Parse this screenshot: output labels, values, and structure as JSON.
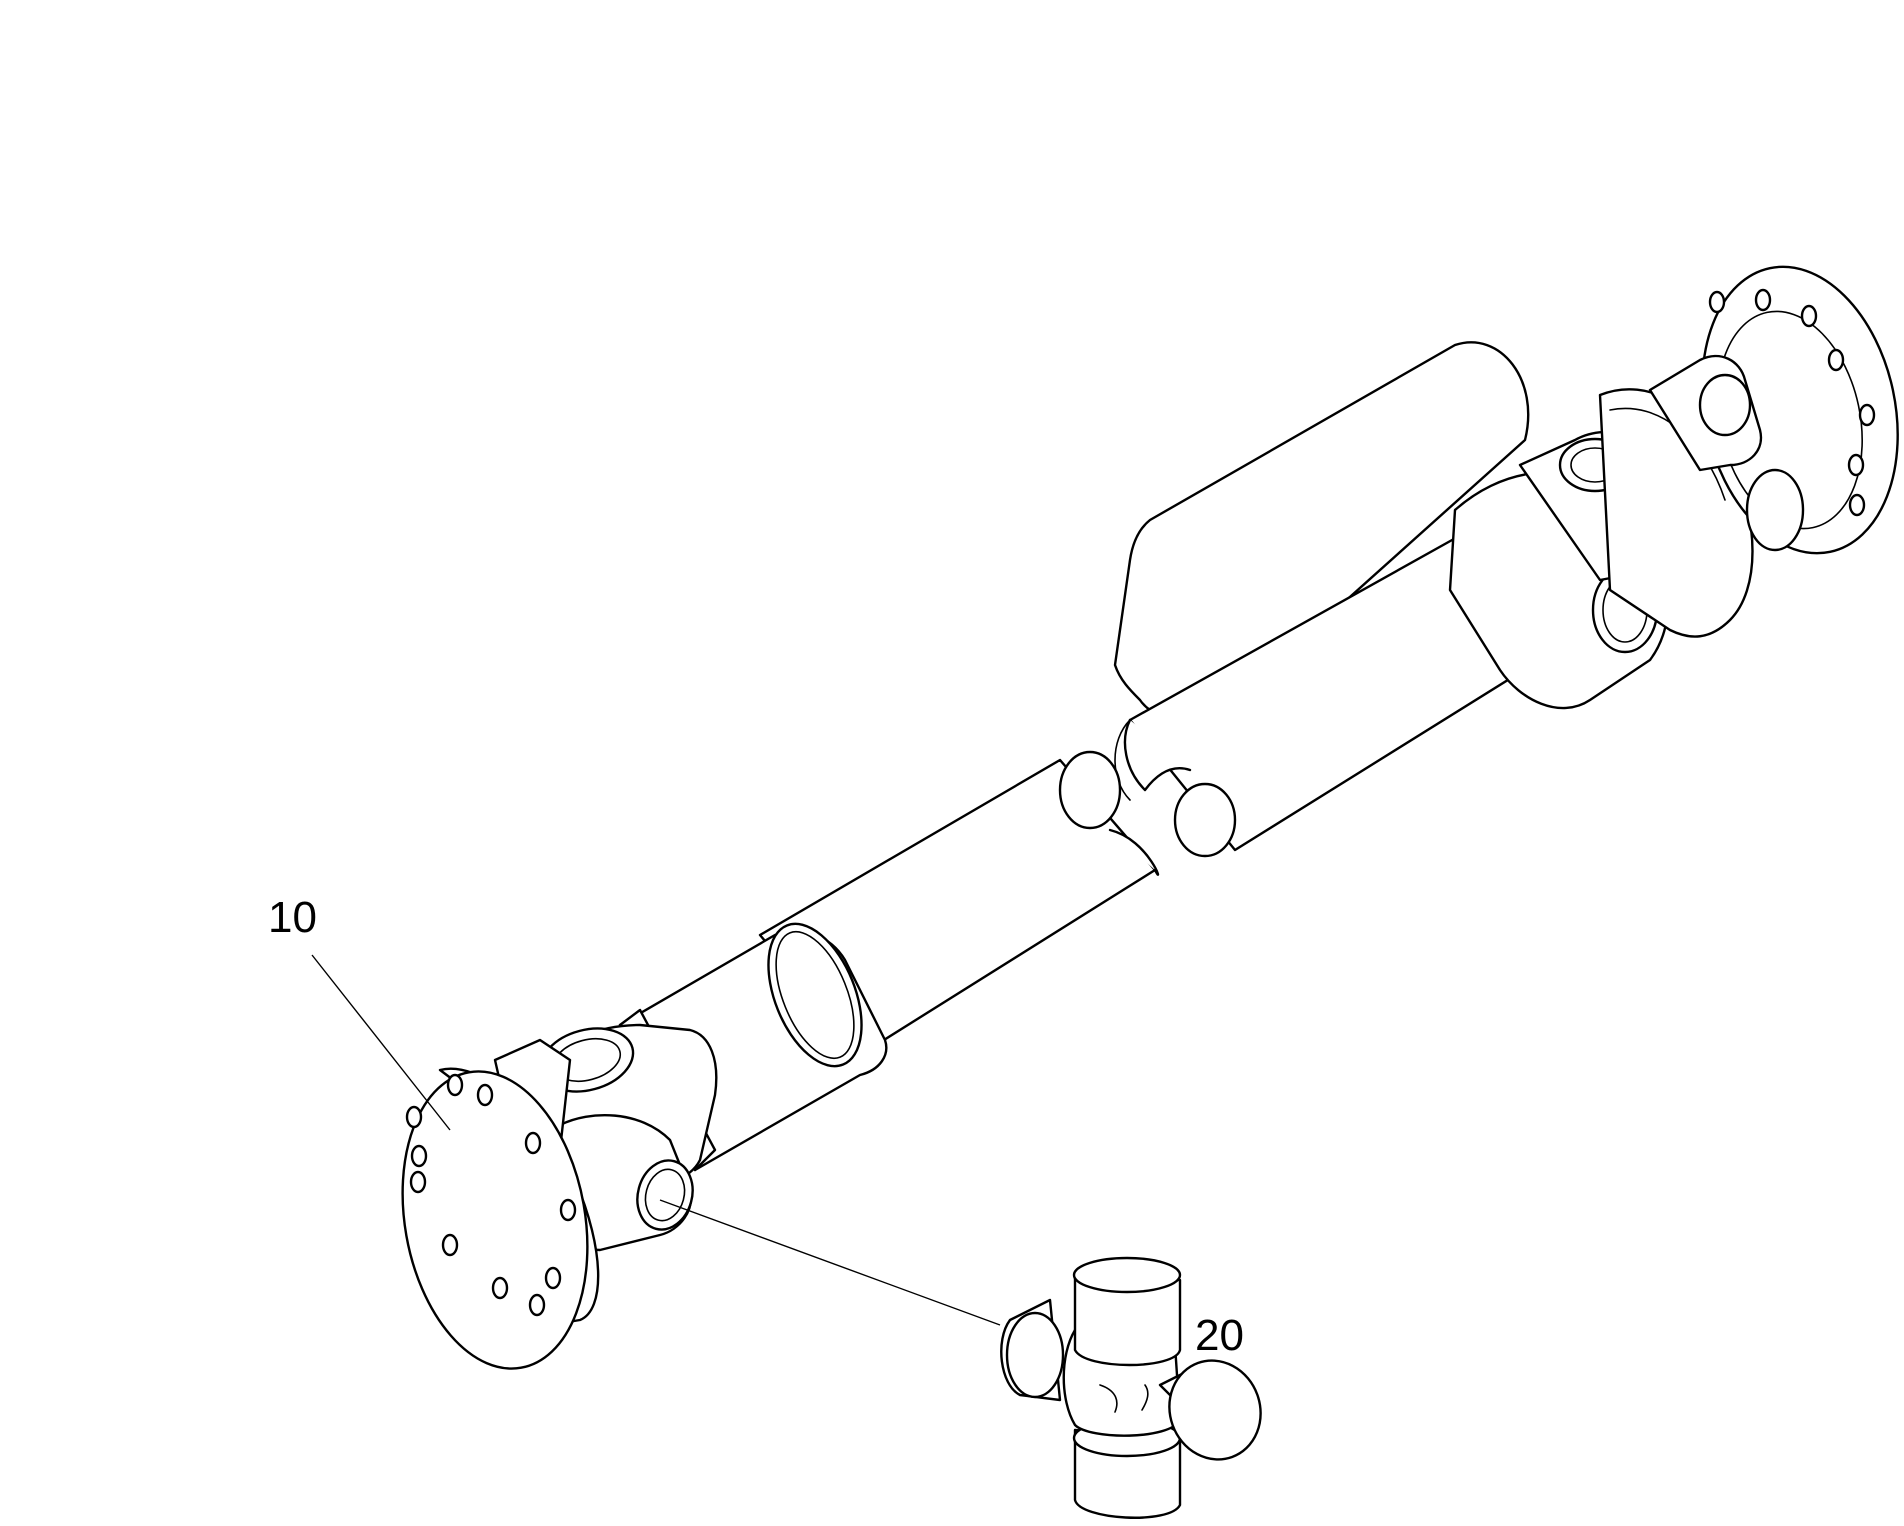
{
  "diagram": {
    "type": "exploded-parts-view",
    "part_depicted": "propeller-shaft",
    "callouts": [
      {
        "id": "callout-10",
        "label": "10",
        "target": "propeller-shaft-assembly"
      },
      {
        "id": "callout-20",
        "label": "20",
        "target": "universal-joint-cross"
      }
    ],
    "colors": {
      "line": "#000000",
      "background": "#ffffff"
    }
  }
}
